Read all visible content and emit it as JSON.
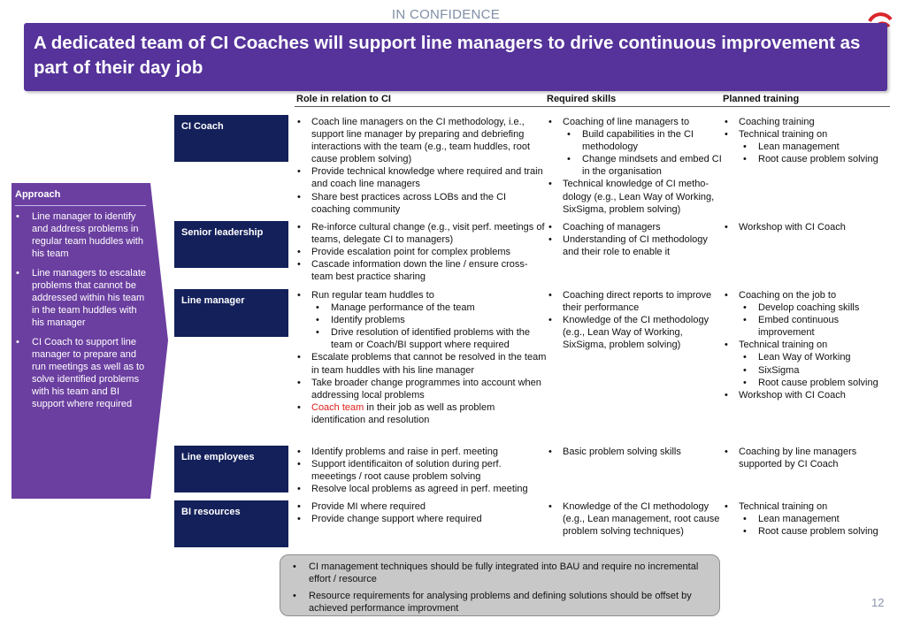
{
  "header": {
    "confidentiality": "IN CONFIDENCE",
    "title": "A dedicated team of CI Coaches will support line managers to drive continuous improvement as part of their day job"
  },
  "columns": {
    "role": "Role in relation to CI",
    "skills": "Required skills",
    "training": "Planned training"
  },
  "approach": {
    "title": "Approach",
    "items": [
      "Line manager to identify and address problems in regular team huddles with his team",
      "Line managers to escalate problems that cannot be addressed within his team in the team huddles with his manager",
      "CI Coach to support line manager to prepare and run meetings as well as to solve identified problems with his team and BI support where required"
    ]
  },
  "rows": {
    "ci_coach": {
      "name": "CI Coach",
      "role": [
        "Coach line managers on the CI methodology, i.e., support line manager by preparing and debriefing interactions with the team (e.g., team huddles, root cause problem solving)",
        "Provide technical knowledge where required and train and coach line managers",
        "Share best practices across LOBs and the CI coaching community"
      ],
      "skills": [
        "Coaching of line managers to",
        "Build capabilities in the CI methodology",
        "Change mindsets and embed CI in the organisation",
        "Technical knowledge of CI metho-dology (e.g., Lean Way of Working, SixSigma, problem solving)"
      ],
      "training": [
        "Coaching training",
        "Technical training on",
        "Lean management",
        "Root cause problem solving"
      ]
    },
    "senior": {
      "name": "Senior leadership",
      "role": [
        "Re-inforce cultural change (e.g., visit perf. meetings of teams, delegate CI to managers)",
        "Provide escalation point for complex problems",
        "Cascade information down the line / ensure cross-team best practice sharing"
      ],
      "skills": [
        "Coaching of managers",
        "Understanding of CI methodology and their role to enable it"
      ],
      "training": [
        "Workshop with CI Coach"
      ]
    },
    "line_manager": {
      "name": "Line manager",
      "role": [
        "Run regular team huddles to",
        "Manage performance of the team",
        "Identify problems",
        "Drive resolution of identified problems with the team or Coach/BI support where required",
        "Escalate problems that cannot be resolved in the team in team huddles with his line manager",
        "Take broader change programmes into account when addressing local problems",
        "Coach team",
        " in their job as well as problem identification and resolution"
      ],
      "skills": [
        "Coaching direct reports to improve their performance",
        "Knowledge of the CI methodology (e.g., Lean Way of Working, SixSigma, problem solving)"
      ],
      "training": [
        "Coaching on the job to",
        "Develop coaching skills",
        "Embed continuous improvement",
        "Technical training on",
        "Lean Way of Working",
        "SixSigma",
        "Root cause problem solving",
        "Workshop with CI Coach"
      ]
    },
    "line_employees": {
      "name": "Line employees",
      "role": [
        "Identify problems and raise in perf. meeting",
        "Support identificaiton of solution during perf. meeetings / root cause problem solving",
        "Resolve local problems as agreed in perf. meeting"
      ],
      "skills": [
        "Basic problem solving skills"
      ],
      "training": [
        "Coaching by line managers supported by CI Coach"
      ]
    },
    "bi": {
      "name": "BI resources",
      "role": [
        "Provide MI where required",
        "Provide change support where required"
      ],
      "skills": [
        "Knowledge of the CI methodology (e.g., Lean management, root cause problem solving techniques)"
      ],
      "training": [
        "Technical training on",
        "Lean management",
        "Root cause problem solving"
      ]
    }
  },
  "notes": [
    "CI management techniques should be fully integrated into BAU and require no incremental effort / resource",
    "Resource requirements for analysing problems and defining solutions should be offset by achieved performance improvment"
  ],
  "page_number": "12",
  "colors": {
    "title_bar": "#55339a",
    "role_box": "#13205a",
    "approach_panel": "#6b3fa0",
    "highlight_red": "#e0201c",
    "note_box": "#c8c8c8"
  }
}
